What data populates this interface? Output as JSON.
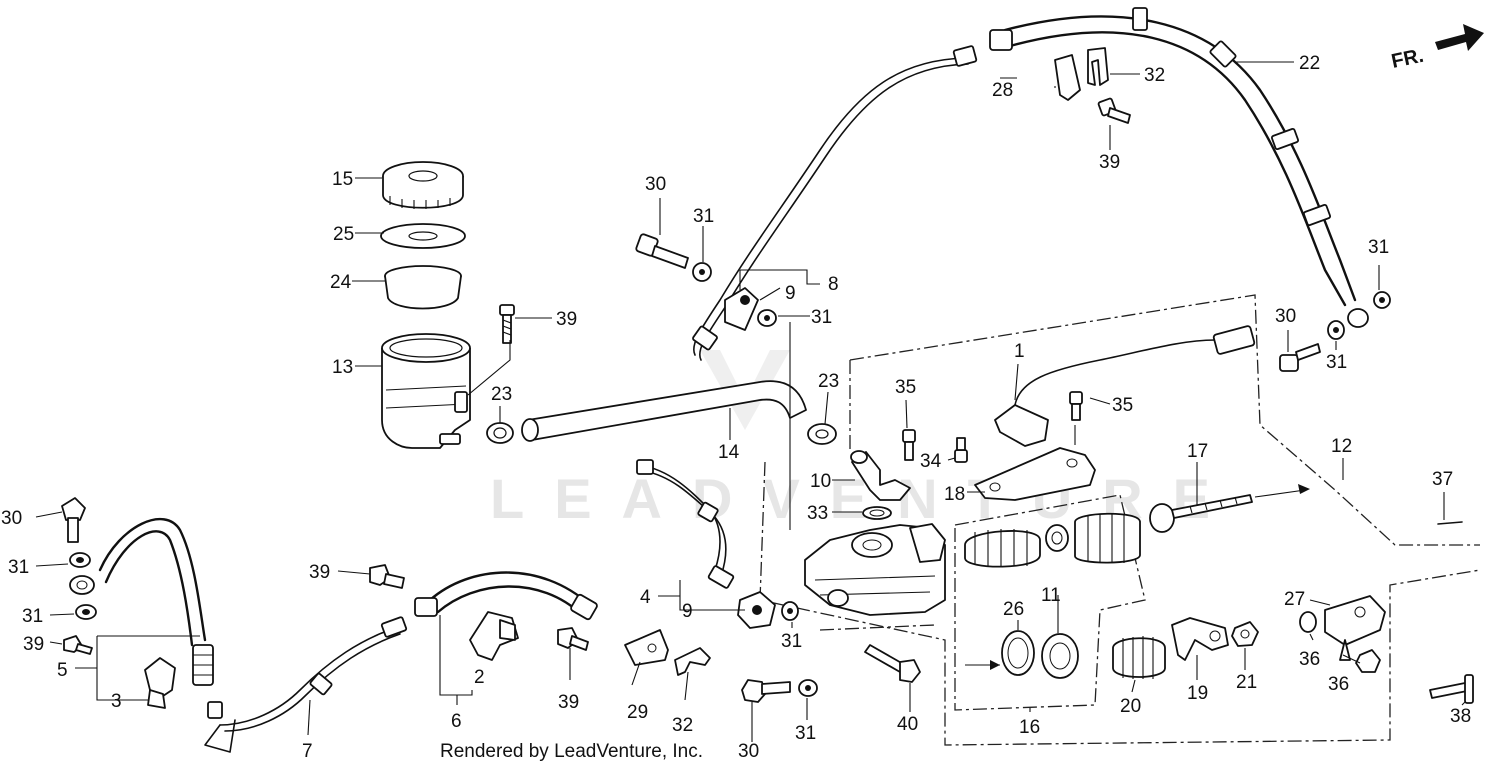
{
  "diagram": {
    "watermark_text": "LEADVENTURE",
    "credit": "Rendered by LeadVenture, Inc.",
    "direction_label": "FR.",
    "callouts": [
      "1",
      "2",
      "3",
      "4",
      "5",
      "6",
      "7",
      "8",
      "9",
      "9",
      "10",
      "11",
      "12",
      "13",
      "14",
      "15",
      "16",
      "17",
      "18",
      "19",
      "20",
      "21",
      "22",
      "23",
      "23",
      "24",
      "25",
      "26",
      "27",
      "28",
      "29",
      "30",
      "30",
      "30",
      "30",
      "31",
      "31",
      "31",
      "31",
      "31",
      "31",
      "31",
      "31",
      "32",
      "32",
      "33",
      "34",
      "35",
      "35",
      "36",
      "36",
      "37",
      "38",
      "39",
      "39",
      "39",
      "39",
      "39",
      "40"
    ]
  }
}
